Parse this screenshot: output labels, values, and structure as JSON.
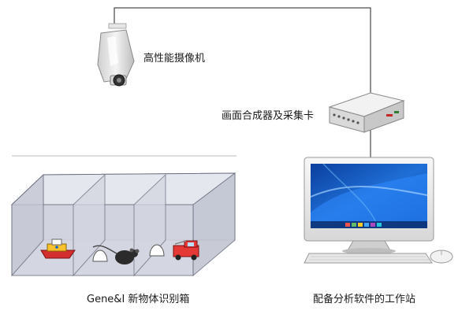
{
  "labels": {
    "camera": "高性能摄像机",
    "mixer": "画面合成器及采集卡",
    "box": "Gene&I 新物体识别箱",
    "workstation": "配备分析软件的工作站"
  },
  "colors": {
    "wire": "#222222",
    "box_fill": "#d6d9e4",
    "screen_blue": "#1f6fd6"
  }
}
